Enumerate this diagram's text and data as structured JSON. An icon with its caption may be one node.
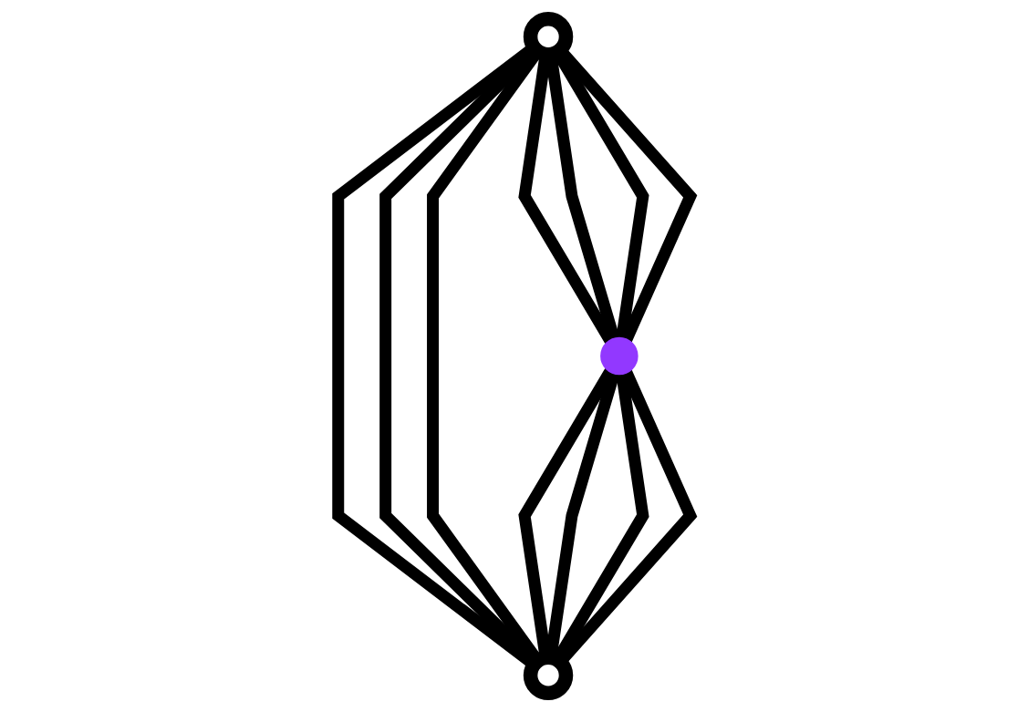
{
  "diagram": {
    "nodes": [
      {
        "text": [],
        "shape": "circle"
      },
      {
        "text": [],
        "shape": "circle"
      },
      {
        "text": [],
        "shape": "circle"
      }
    ],
    "edges": [
      {
        "from": 0,
        "to": 1,
        "arrow": "none"
      },
      {
        "from": 0,
        "to": 1,
        "arrow": "none"
      },
      {
        "from": 0,
        "to": 1,
        "arrow": "none"
      },
      {
        "from": 0,
        "to": 1,
        "arrow": "none"
      },
      {
        "from": 0,
        "to": 2,
        "arrow": "none"
      },
      {
        "from": 0,
        "to": 2,
        "arrow": "none"
      },
      {
        "from": 0,
        "to": 2,
        "arrow": "none"
      },
      {
        "from": 1,
        "to": 2,
        "arrow": "none"
      },
      {
        "from": 1,
        "to": 2,
        "arrow": "none"
      },
      {
        "from": 1,
        "to": 2,
        "arrow": "none"
      },
      {
        "from": 1,
        "to": 2,
        "arrow": "none"
      }
    ]
  }
}
